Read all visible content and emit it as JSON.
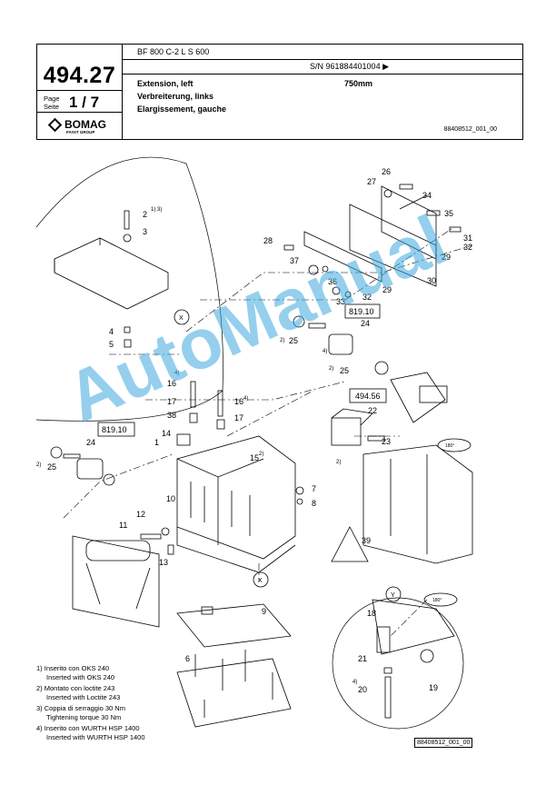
{
  "header": {
    "page_number": "494.27",
    "page_label_1": "Page",
    "page_label_2": "Seite",
    "page_value": "1 / 7",
    "brand": "BOMAG",
    "brand_sub": "FAYAT GROUP",
    "model": "BF 800 C-2 L S 600",
    "serial": "S/N 961884401004  ▶",
    "title_en": "Extension, left",
    "title_de": "Verbreiterung, links",
    "title_fr": "Elargissement, gauche",
    "width": "750mm",
    "drawing_ref": "88408512_001_00"
  },
  "ref_boxes": [
    "819.10",
    "494.56",
    "819.10"
  ],
  "part_labels": [
    "1",
    "2",
    "3",
    "4",
    "5",
    "6",
    "7",
    "8",
    "9",
    "10",
    "11",
    "12",
    "13",
    "14",
    "15",
    "16",
    "17",
    "18",
    "19",
    "20",
    "21",
    "22",
    "23",
    "24",
    "25",
    "26",
    "27",
    "28",
    "29",
    "30",
    "31",
    "32",
    "33",
    "34",
    "35",
    "36",
    "37",
    "38",
    "39",
    "X",
    "Y"
  ],
  "callout_notes": [
    "1) 3)",
    "2)",
    "4)",
    "2)",
    "2)",
    "4)",
    "2)",
    "4)",
    "2)",
    "2)"
  ],
  "notes": [
    {
      "n": "1) Inserito con OKS 240",
      "sub": "Inserted with OKS 240"
    },
    {
      "n": "2) Montato con loctite 243",
      "sub": "Inserted with Loctite 243"
    },
    {
      "n": "3) Coppia di serraggio 30 Nm",
      "sub": "Tightening torque 30 Nm"
    },
    {
      "n": "4) Inserito con WURTH HSP 1400",
      "sub": "Inserted with WURTH HSP 1400"
    }
  ],
  "angle_label": "180°",
  "watermark": "AutoManual",
  "bottom_ref": "88408512_001_00"
}
